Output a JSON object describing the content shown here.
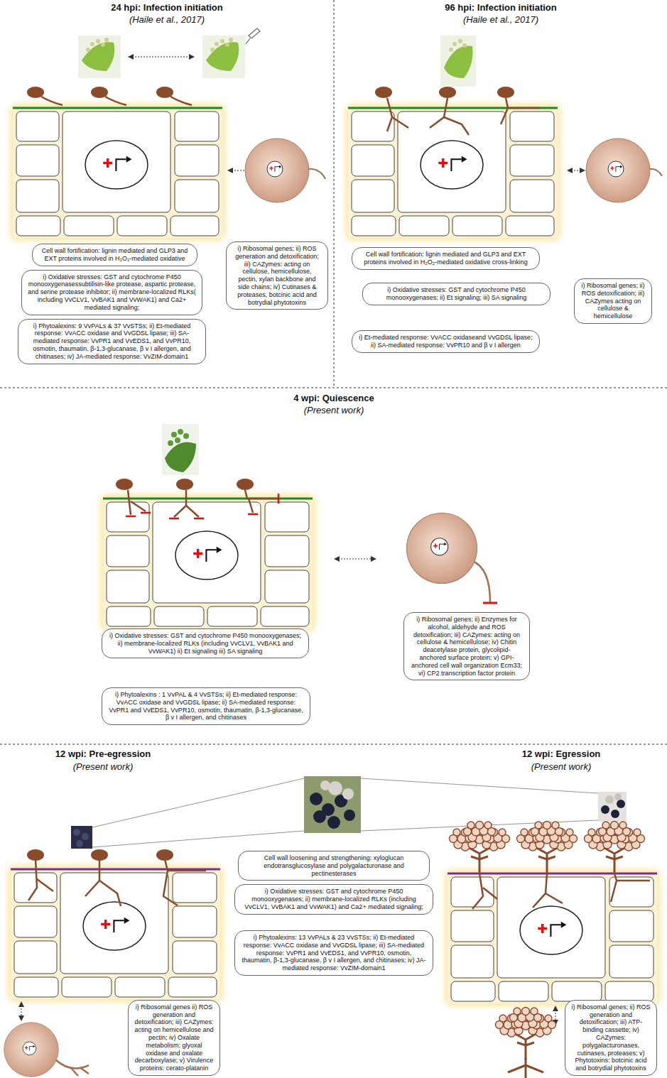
{
  "diagram": {
    "nodes": [
      {
        "text": [
          "Cell wall fortification: lignin mediated and GLP3 and EXT proteins involved in H₂O₂-mediated oxidative"
        ]
      },
      {
        "text": [
          "i) Oxidative stresses: GST and cytochrome P450 monooxygenasessubtilisin-like protease, aspartic protease, and serine protease inhibitor; ii) membrane-localized RLKs( including VvCLV1, VvBAK1 and VvWAK1) and Ca2+ mediated signaling;"
        ]
      },
      {
        "text": [
          "i) Phytoalexins: 9 VvPALs & 37 VvSTSs; ii) Et-mediated response: VvACC oxidase and VvGDSL lipase; iii) SA-mediated response: VvPR1 and VvEDS1, and VvPR10, osmotin, thaumatin, β-1,3-glucanase, β v I allergen, and chitinases; iv) JA-mediated response: VvZIM-domain1"
        ]
      },
      {
        "text": [
          "i) Ribosomal genes; ii) ROS generation and detoxification; iii) CAZymes: acting on cellulose, hemicellulose, pectin, xylan backbone and side chains; iv) Cutinases & proteases, botcinic acid and botrydial phytotoxins"
        ]
      },
      {
        "text": [
          "Cell wall fortification: lignin mediated and GLP3 and EXT proteins involved in H₂O₂-mediated oxidative cross-linking"
        ]
      },
      {
        "text": [
          "i) Oxidative stresses: GST and cytochrome P450 monooxygenases; ii) Et signaling; iii) SA signaling"
        ]
      },
      {
        "text": [
          "i) Et-mediated response: VvACC oxidaseand VvGDSL lipase; ii) SA-mediated response: VvPR10 and β v I allergen"
        ]
      },
      {
        "text": [
          "i) Ribosomal genes; ii) ROS detoxification; iii) CAZymes acting on cellulose & hemicellulose"
        ]
      },
      {
        "text": [
          "i) Oxidative stresses: GST and cytochrome P450 monooxygenases; ii) membrane-localized RLKs (including VvCLV1, VvBAK1 and VvWAK1) ii) Et signaling iii) SA signaling"
        ]
      },
      {
        "text": [
          "i) Phytoalexins : 1 VvPAL & 4 VvSTSs; ii) Et-mediated response: VvACC oxidase and VvGDSL lipase; ii) SA-mediated response: VvPR1 and VvEDS1, VvPR10, osmotin, thaumatin, β-1,3-glucanase, β v I allergen, and chitinases"
        ]
      },
      {
        "text": [
          "i) Ribosomal genes; ii) Enzymes for alcohol, aldehyde and ROS detoxification; iii) CAZymes: acting on cellulose & hemicellulose; iv) Chitin deacetylase protein, glycolipid-anchored surface protein; v) GPI-anchored cell wall organization Ecm33; vi) CP2 transcription factor protein"
        ]
      },
      {
        "text": [
          "Cell wall loosening and strengthening: xyloglucan endotransglucosylase and polygalacturonase and pectinesterases"
        ]
      },
      {
        "text": [
          "i) Oxidative stresses: GST and cytochrome P450 monooxygenases; ii) membrane-localized RLKs (including VvCLV1, VvBAK1 and VvWAK1) and Ca2+ mediated signaling;"
        ]
      },
      {
        "text": [
          "i) Phytoalexins: 13 VvPALs & 23 VvSTSs; ii) Et-mediated response: VvACC oxidase and VvGDSL lipase; iii) SA-mediated response: VvPR1 and VvEDS1, and VvPR10, osmotin, thaumatin, β-1,3-glucanase, β v I allergen, and chitinases; iv) JA-mediated response: VvZIM-domain1"
        ]
      },
      {
        "text": [
          "i) Ribosomal genes ii) ROS generation and detoxification; iii) CAZymes: acting on hemicellulose and pectin; iv) Oxalate metabolism: glyoxal oxidase and oxalate decarboxylase; v) Virulence proteins: cerato-platanin"
        ]
      },
      {
        "text": [
          "i) Ribosomal genes; ii) ROS generation and detoxification; iii) ATP-binding cassette; iv) CAZymes: polygalacturonases, cutinases, proteases; v) Phytotoxins: botcinic acid and botrydial phytotoxins"
        ]
      }
    ],
    "labels": [
      "24 hpi: Infection initiation",
      "(Haile et al., 2017)",
      "96 hpi: Infection initiation",
      "(Haile et al., 2017)",
      "4 wpi: Quiescence",
      "(Present work)",
      "12 wpi: Pre-egression",
      "(Present work)",
      "12 wpi: Egression",
      "(Present work)"
    ]
  }
}
